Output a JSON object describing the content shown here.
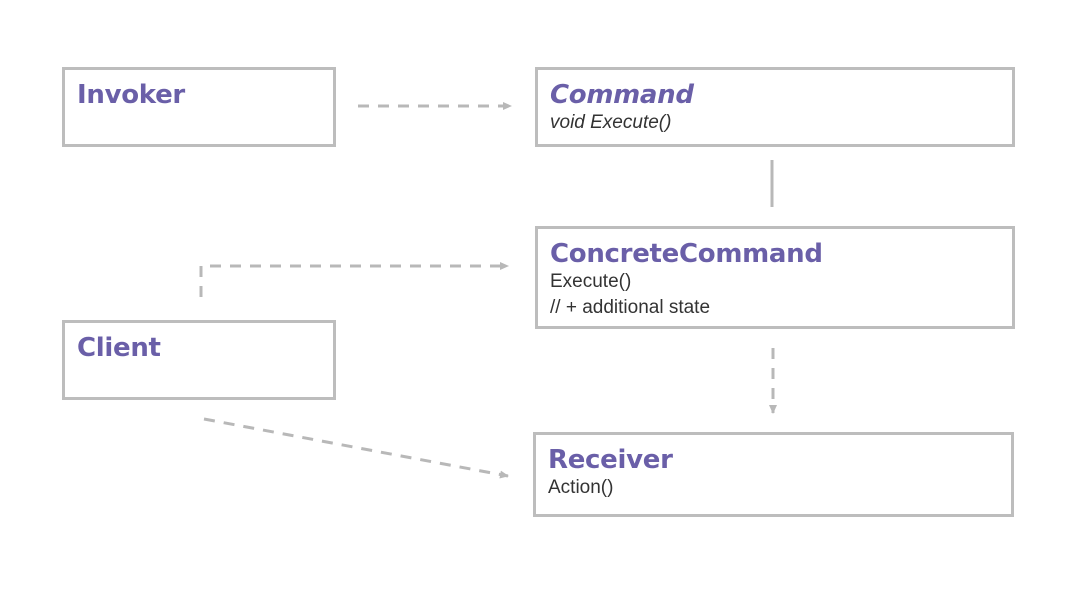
{
  "colors": {
    "title": "#6a5fa8",
    "text": "#333333",
    "border": "#bdbdbd",
    "connector": "#b8b8b8"
  },
  "diagram": {
    "invoker": {
      "title": "Invoker"
    },
    "command": {
      "title": "Command",
      "method": "void Execute()"
    },
    "concrete_command": {
      "title": "ConcreteCommand",
      "method": "Execute()",
      "note": "// + additional state"
    },
    "client": {
      "title": "Client"
    },
    "receiver": {
      "title": "Receiver",
      "method": "Action()"
    }
  },
  "connectors": [
    {
      "from": "invoker",
      "to": "command",
      "style": "dashed",
      "arrow": true
    },
    {
      "from": "concrete_command",
      "to": "command",
      "style": "solid",
      "arrow": false
    },
    {
      "from": "client",
      "to": "concrete_command",
      "style": "dashed",
      "arrow": true
    },
    {
      "from": "concrete_command",
      "to": "receiver",
      "style": "dashed",
      "arrow": true
    },
    {
      "from": "client",
      "to": "receiver",
      "style": "dashed",
      "arrow": true
    }
  ]
}
